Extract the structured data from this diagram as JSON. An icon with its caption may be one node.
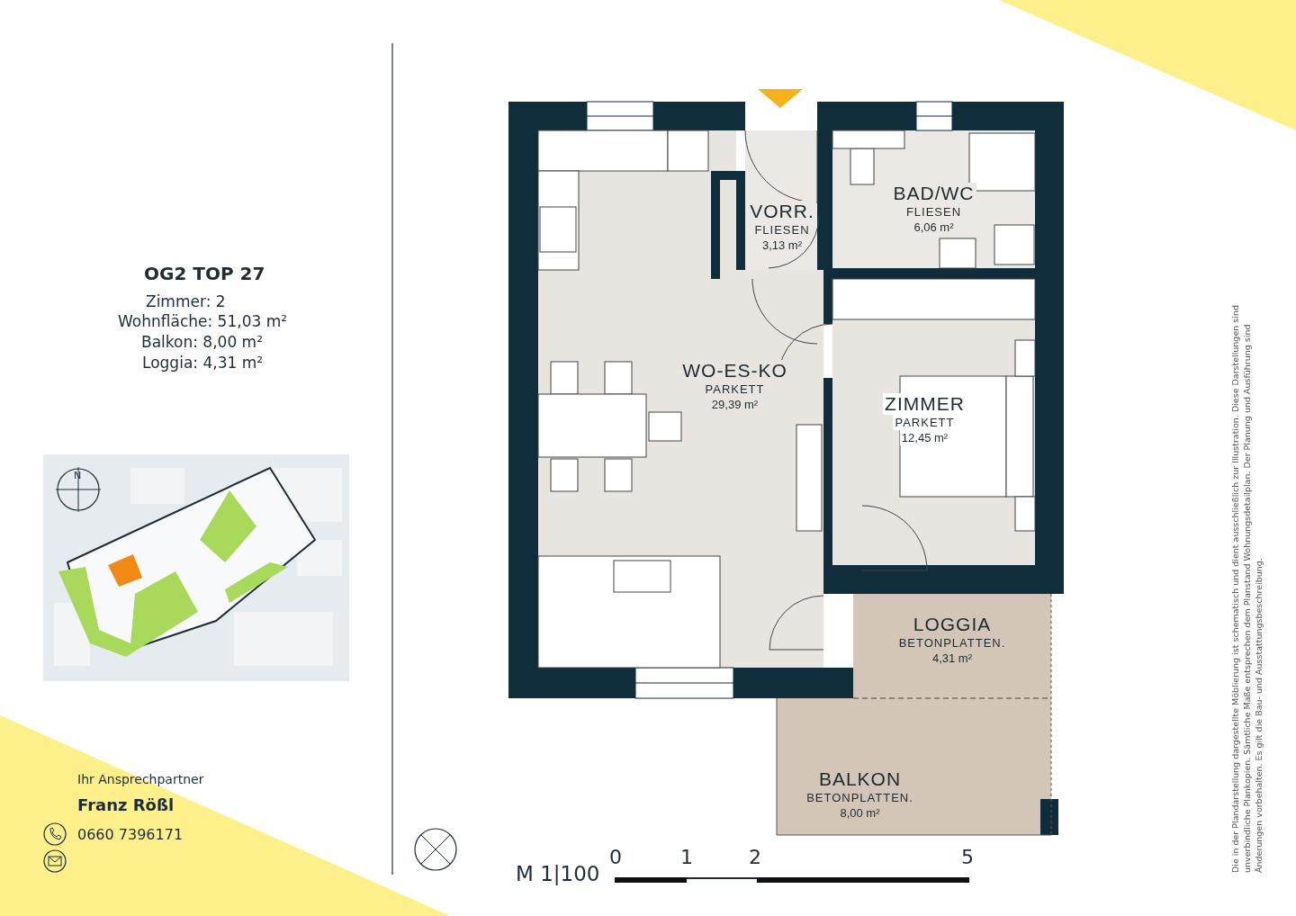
{
  "diagram": {
    "nodes": [
      {
        "text": [
          "VORR.",
          "FLIESEN",
          "3,13 m²"
        ]
      },
      {
        "text": [
          "BAD/WC",
          "FLIESEN",
          "6,06 m²"
        ]
      },
      {
        "text": [
          "WO-ES-KO",
          "PARKETT",
          "29,39 m²"
        ]
      },
      {
        "text": [
          "ZIMMER",
          "PARKETT",
          "12,45 m²"
        ]
      },
      {
        "text": [
          "LOGGIA",
          "BETONPLATTEN.",
          "4,31 m²"
        ]
      },
      {
        "text": [
          "BALKON",
          "BETONPLATTEN.",
          "8,00 m²"
        ]
      }
    ],
    "labels": [
      "OG2 TOP 27",
      "Zimmer: 2",
      "Wohnfläche: 51,03 m²",
      "Balkon: 8,00 m²",
      "Loggia: 4,31 m²",
      "N",
      "Ihr Ansprechpartner",
      "Franz Rößl",
      "0660 7396171",
      "M 1|100",
      "0",
      "1",
      "2",
      "5",
      "Die in der Plandarstellung dargestellte Möblierung ist schematisch und dient ausschließlich zur Illustration. Diese Darstellungen sind unverbindliche Plankopien. Sämtliche Maße entsprechen dem Planstand Wohnungsdetailplan. Der Planung und Ausführung sind Änderungen vorbehalten. Es gilt die Bau- und Ausstattungsbeschreibung."
    ]
  }
}
